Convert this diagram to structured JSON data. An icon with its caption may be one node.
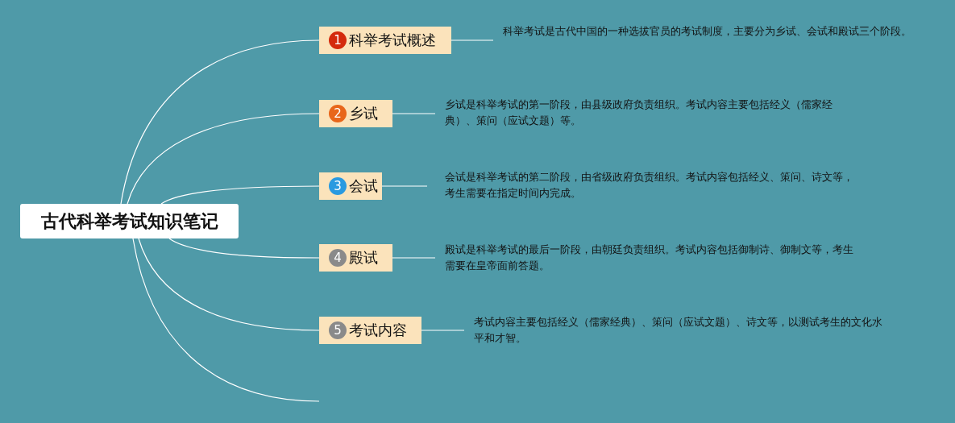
{
  "diagram": {
    "nodes": [
      {
        "text": [
          "古代科举考试知识笔记"
        ]
      },
      {
        "text": [
          "1",
          "科举考试概述"
        ]
      },
      {
        "text": [
          "2",
          "乡试"
        ]
      },
      {
        "text": [
          "3",
          "会试"
        ]
      },
      {
        "text": [
          "4",
          "殿试"
        ]
      },
      {
        "text": [
          "5",
          "考试内容"
        ]
      },
      {
        "text": [
          "科举考试是古代中国的一种选拔官员的考试制度，主要分为乡试、会试和殿试三个阶段。"
        ]
      },
      {
        "text": [
          "乡试是科举考试的第一阶段，由县级政府负责组织。考试内容主要包括经义（儒家经典）、策问（应试文题）等。"
        ]
      },
      {
        "text": [
          "会试是科举考试的第二阶段，由省级政府负责组织。考试内容包括经义、策问、诗文等，考生需要在指定时间内完成。"
        ]
      },
      {
        "text": [
          "殿试是科举考试的最后一阶段，由朝廷负责组织。考试内容包括御制诗、御制文等，考生需要在皇帝面前答题。"
        ]
      },
      {
        "text": [
          "考试内容主要包括经义（儒家经典）、策问（应试文题）、诗文等，以测试考生的文化水平和才智。"
        ]
      }
    ],
    "edges": [
      {
        "from": 0,
        "to": 1,
        "arrow": "none"
      },
      {
        "from": 0,
        "to": 2,
        "arrow": "none"
      },
      {
        "from": 0,
        "to": 3,
        "arrow": "none"
      },
      {
        "from": 0,
        "to": 4,
        "arrow": "none"
      },
      {
        "from": 0,
        "to": 5,
        "arrow": "none"
      },
      {
        "from": 0,
        "to": null,
        "arrow": "none"
      },
      {
        "from": 1,
        "to": 6,
        "arrow": "none"
      },
      {
        "from": 2,
        "to": 7,
        "arrow": "none"
      },
      {
        "from": 3,
        "to": 8,
        "arrow": "none"
      },
      {
        "from": 4,
        "to": 9,
        "arrow": "none"
      },
      {
        "from": 5,
        "to": 10,
        "arrow": "none"
      }
    ]
  }
}
